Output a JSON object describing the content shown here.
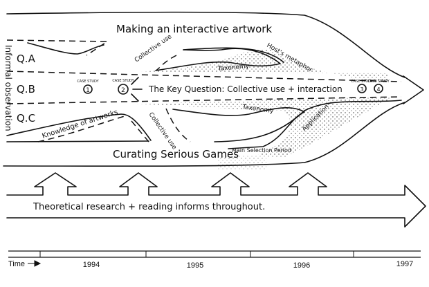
{
  "title_top": "Making an interactive artwork",
  "side_label": "Informal observation",
  "questions": [
    "Q.A",
    "Q.B",
    "Q.C"
  ],
  "key_question": "The Key Question: Collective use + interaction",
  "labels": {
    "collective_use_top": "Collective use",
    "collective_use_bottom": "Collective use",
    "taxonomy_top": "Taxonomy",
    "taxonomy_bottom": "Taxonomy",
    "hosts_metaphor": "Host's metaphor",
    "application": "Application",
    "knowledge": "Knowledge of artworks",
    "main_selection": "Main Selection Period"
  },
  "case_study_label": "CASE STUDY",
  "case_studies": [
    "1",
    "2",
    "3",
    "4"
  ],
  "title_bottom": "Curating Serious Games",
  "theory": "Theoretical research + reading informs throughout.",
  "timeline": {
    "label": "Time",
    "years": [
      "1994",
      "1995",
      "1996",
      "1997"
    ]
  }
}
